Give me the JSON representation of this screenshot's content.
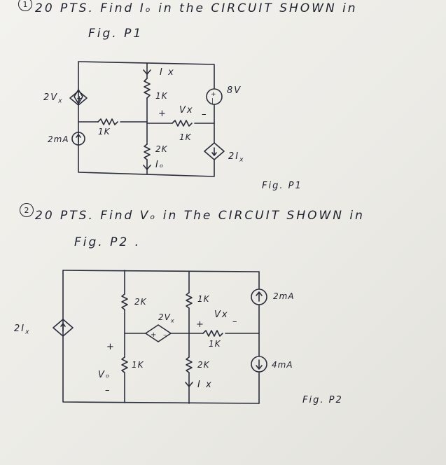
{
  "problem1": {
    "number": "1",
    "heading": "20 PTS.  Find  Iₒ  in the  CIRCUIT  SHOWN  in",
    "heading_line2": "Fig. P1",
    "fig_label": "Fig. P1",
    "labels": {
      "ix": "I x",
      "ix_r": "1K",
      "vx_plus": "+",
      "vx": "Vx",
      "vx_minus": "–",
      "r_mid": "1K",
      "dep_v": "2V",
      "dep_v_sub": "x",
      "r_left": "1K",
      "cur_2ma": "2mA",
      "r_2k": "2K",
      "io": "Iₒ",
      "src_8v": "8V",
      "dep_i": "2I",
      "dep_i_sub": "x"
    }
  },
  "problem2": {
    "number": "2",
    "heading": "20 PTS.  Find  Vₒ  in  The  CIRCUIT  SHOWN  in",
    "heading_line2": "Fig. P2 .",
    "fig_label": "Fig. P2",
    "labels": {
      "r_2k_top": "2K",
      "r_1k_top": "1K",
      "cur_2ma": "2mA",
      "dep_v": "2V",
      "dep_v_sub": "x",
      "vx_plus": "+",
      "vx": "Vx",
      "vx_minus": "–",
      "r_mid": "1K",
      "dep_i": "2I",
      "dep_i_sub": "x",
      "vo_plus": "+",
      "vo": "Vₒ",
      "vo_minus": "–",
      "r_1k_bot": "1K",
      "r_2k_bot": "2K",
      "ix": "I x",
      "cur_4ma": "4mA"
    }
  }
}
